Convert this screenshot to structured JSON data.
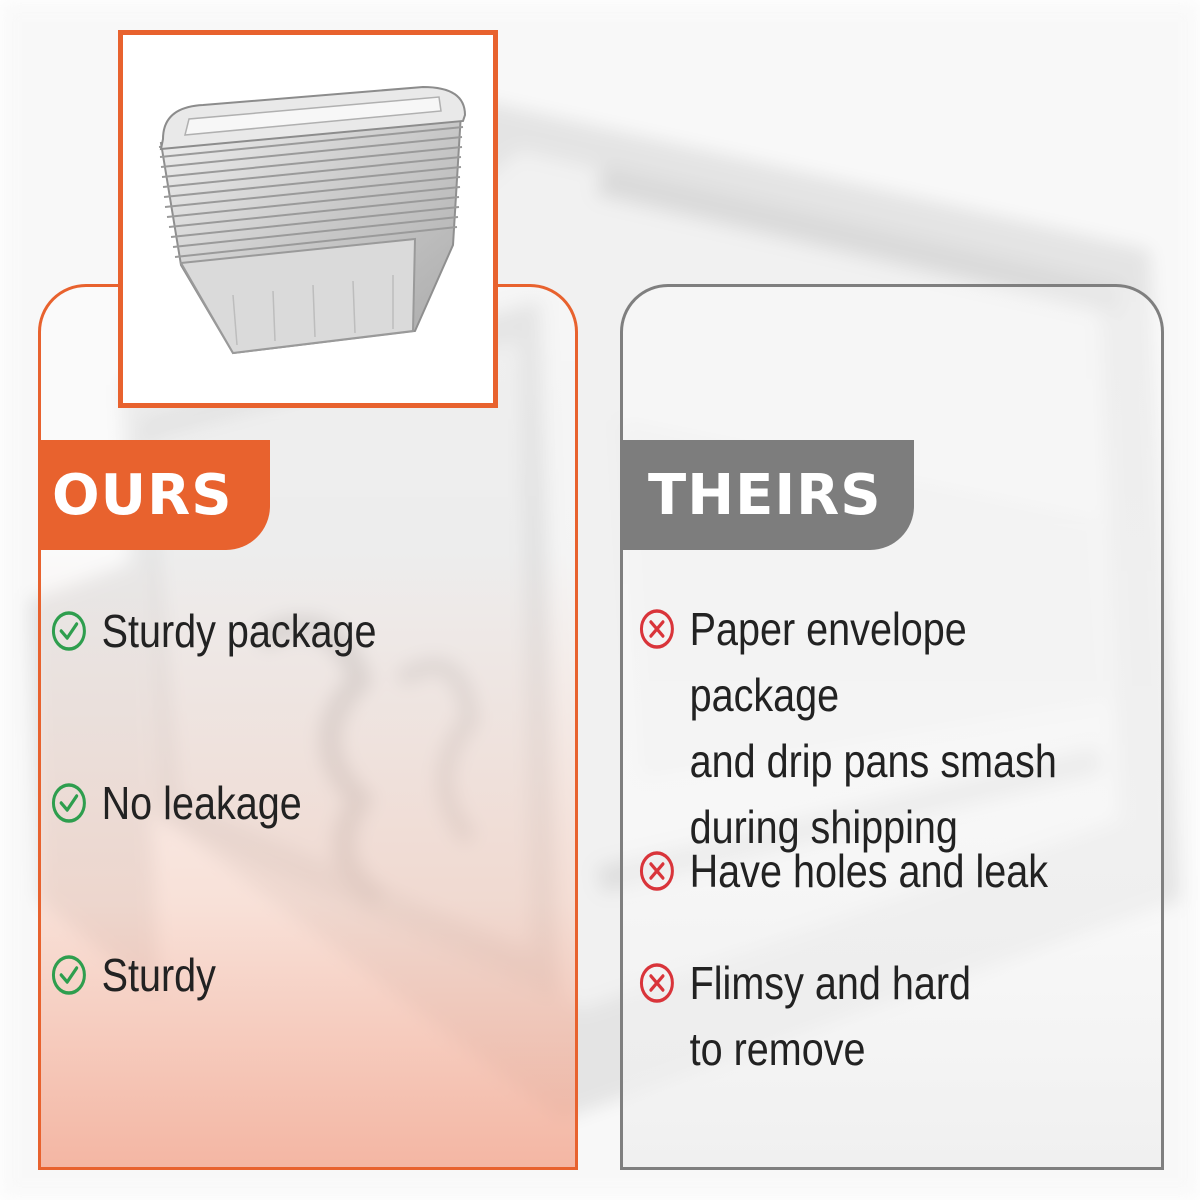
{
  "ours": {
    "heading": "OURS",
    "items": [
      "Sturdy package",
      "No leakage",
      "Sturdy"
    ],
    "item_icon": "check-circle-icon",
    "accent_color": "#e8622e",
    "icon_color": "#2e9e4e"
  },
  "theirs": {
    "heading": "THEIRS",
    "items": [
      "Paper envelope package\nand drip pans smash\nduring shipping",
      " Have holes and leak",
      "Flimsy and hard\nto remove"
    ],
    "item_icon": "x-circle-icon",
    "accent_color": "#7d7d7d",
    "icon_color": "#d9343a"
  },
  "product_image": {
    "icon": "foil-loaf-pan-stack-icon"
  }
}
